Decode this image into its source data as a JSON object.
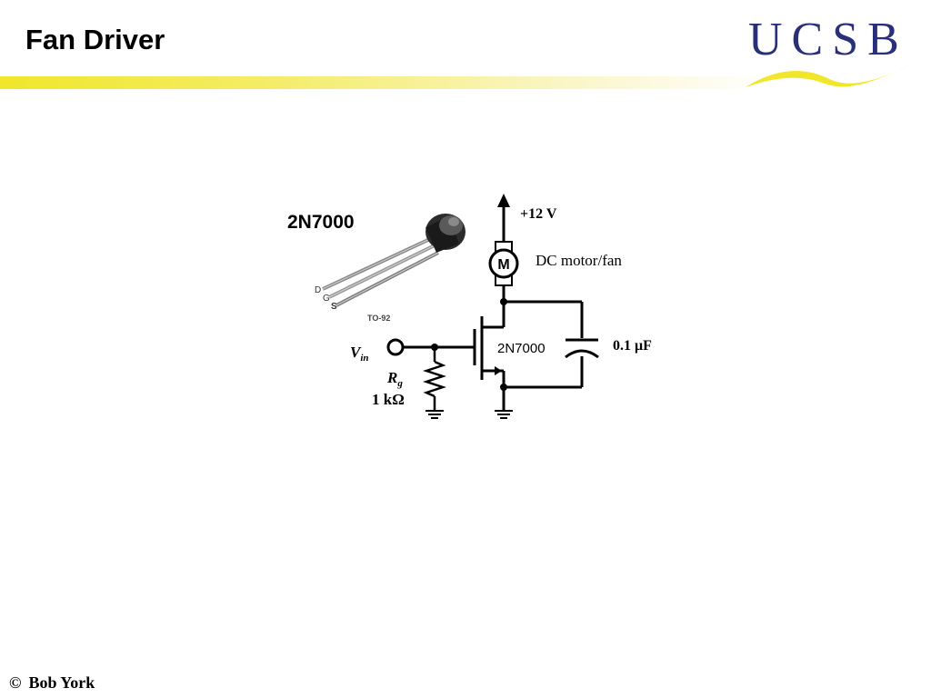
{
  "slide": {
    "title": "Fan Driver",
    "logo_text": "UCSB",
    "footer_symbol": "©",
    "footer_author": "Bob York"
  },
  "package": {
    "part_name": "2N7000",
    "pin_d": "D",
    "pin_g": "G",
    "pin_s": "S",
    "package_label": "TO-92"
  },
  "circuit": {
    "supply_label": "+12 V",
    "motor_symbol": "M",
    "motor_label": "DC motor/fan",
    "input_v": "V",
    "input_sub": "in",
    "resistor_r": "R",
    "resistor_sub": "g",
    "resistor_value": "1 kΩ",
    "mosfet_label": "2N7000",
    "capacitor_label": "0.1 μF"
  },
  "colors": {
    "accent_yellow": "#f1e62a",
    "logo_blue": "#2a2f7a",
    "wire": "#000000"
  }
}
